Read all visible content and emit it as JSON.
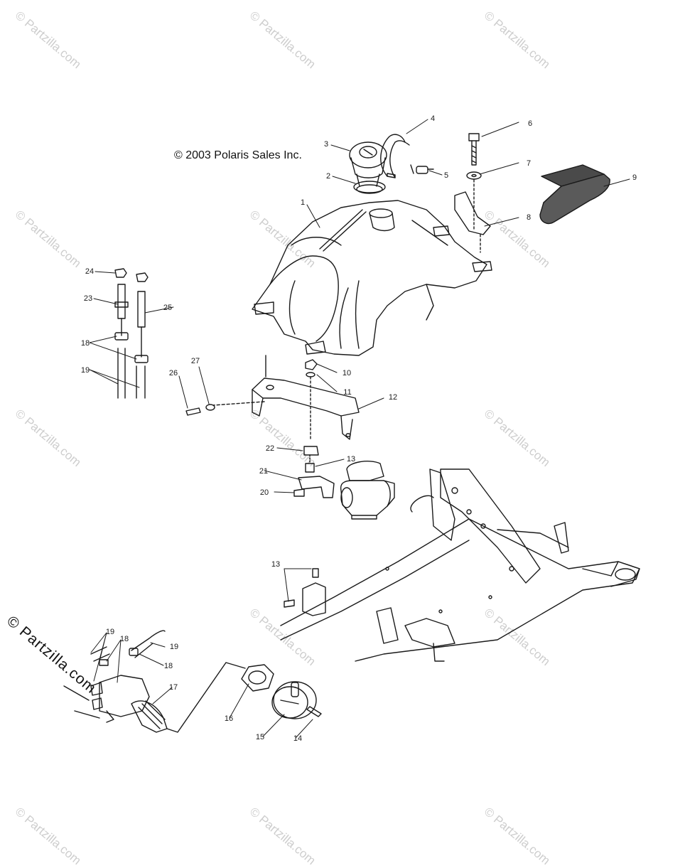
{
  "copyright": "© 2003 Polaris Sales Inc.",
  "brand_text": "© Partzilla.com",
  "watermark_text": "© Partzilla.com",
  "callouts": [
    "1",
    "2",
    "3",
    "4",
    "5",
    "6",
    "7",
    "8",
    "9",
    "10",
    "11",
    "12",
    "13",
    "13",
    "14",
    "15",
    "16",
    "17",
    "18",
    "18",
    "18",
    "19",
    "19",
    "19",
    "20",
    "21",
    "22",
    "23",
    "24",
    "25",
    "26",
    "27"
  ],
  "colors": {
    "line": "#1a1a1a",
    "watermark": "#bdbdbd",
    "background": "#ffffff"
  }
}
